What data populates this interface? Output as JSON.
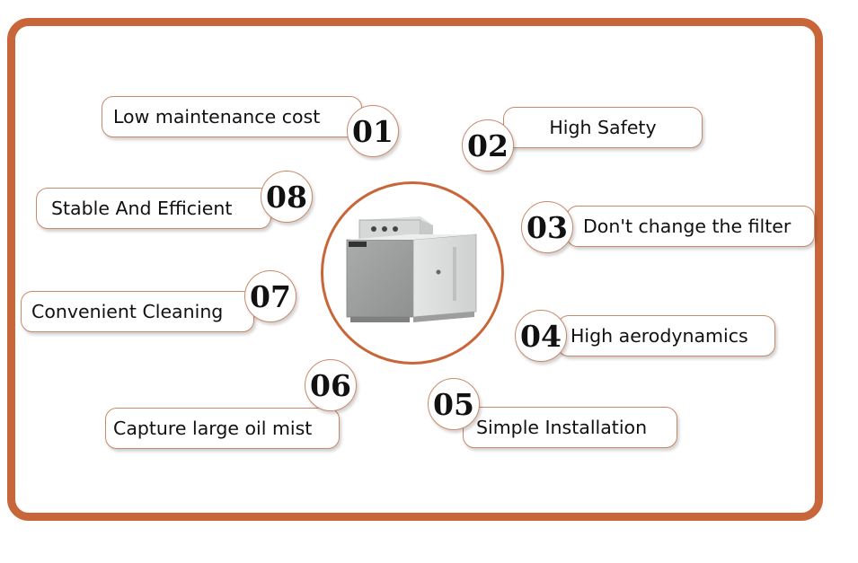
{
  "features": [
    {
      "num": "01",
      "label": "Low maintenance cost"
    },
    {
      "num": "02",
      "label": "High Safety"
    },
    {
      "num": "03",
      "label": "Don't change the filter"
    },
    {
      "num": "04",
      "label": "High aerodynamics"
    },
    {
      "num": "05",
      "label": "Simple Installation"
    },
    {
      "num": "06",
      "label": "Capture large oil mist"
    },
    {
      "num": "07",
      "label": "Convenient Cleaning"
    },
    {
      "num": "08",
      "label": "Stable And Efficient"
    }
  ],
  "colors": {
    "frame": "#c8663a",
    "pill_border": "#c98a6a"
  },
  "product_image": "oil-mist-collector-unit"
}
